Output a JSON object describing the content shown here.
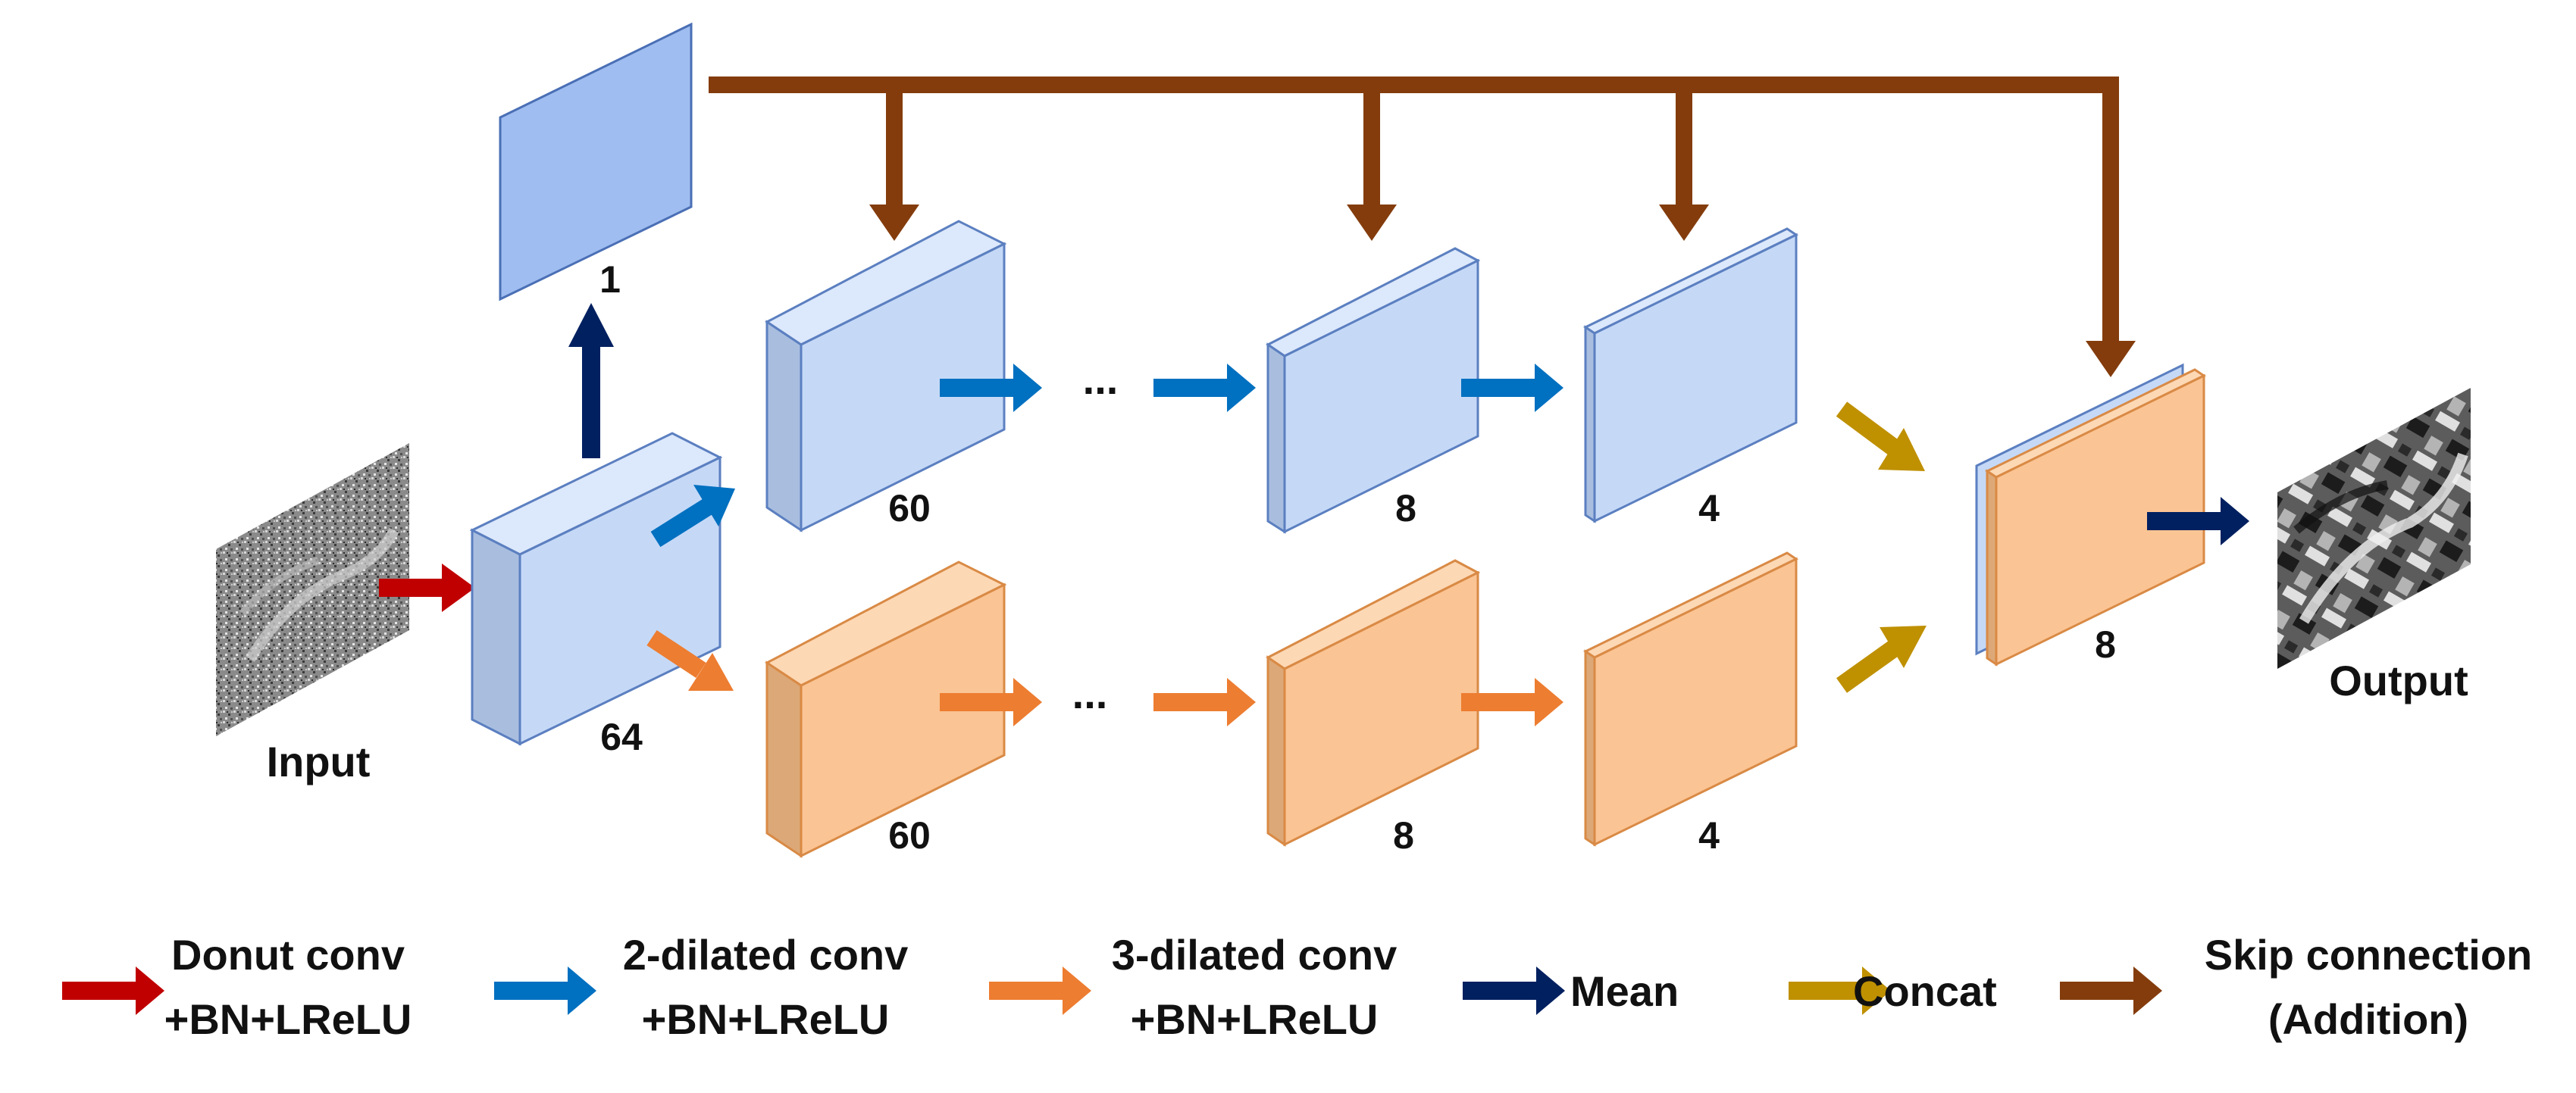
{
  "colors": {
    "red": "#c00000",
    "blue": "#0070c0",
    "orange": "#ed7d31",
    "navy": "#002060",
    "gold": "#bf9000",
    "brown": "#843c0c",
    "blue_block": "#c5d9f7",
    "orange_block": "#fbc494",
    "mean_block": "#9fbdf0"
  },
  "labels": {
    "input": "Input",
    "output": "Output",
    "n64": "64",
    "n1": "1",
    "b60": "60",
    "b8": "8",
    "b4": "4",
    "o60": "60",
    "o8": "8",
    "o4": "4",
    "out8": "8",
    "dots_blue": "...",
    "dots_orange": "..."
  },
  "legend": {
    "donut": {
      "line1": "Donut conv",
      "line2": "+BN+LReLU"
    },
    "dilated2": {
      "line1": "2-dilated conv",
      "line2": "+BN+LReLU"
    },
    "dilated3": {
      "line1": "3-dilated conv",
      "line2": "+BN+LReLU"
    },
    "mean": {
      "line1": "Mean"
    },
    "concat": {
      "line1": "Concat"
    },
    "skip": {
      "line1": "Skip connection",
      "line2": "(Addition)"
    }
  }
}
